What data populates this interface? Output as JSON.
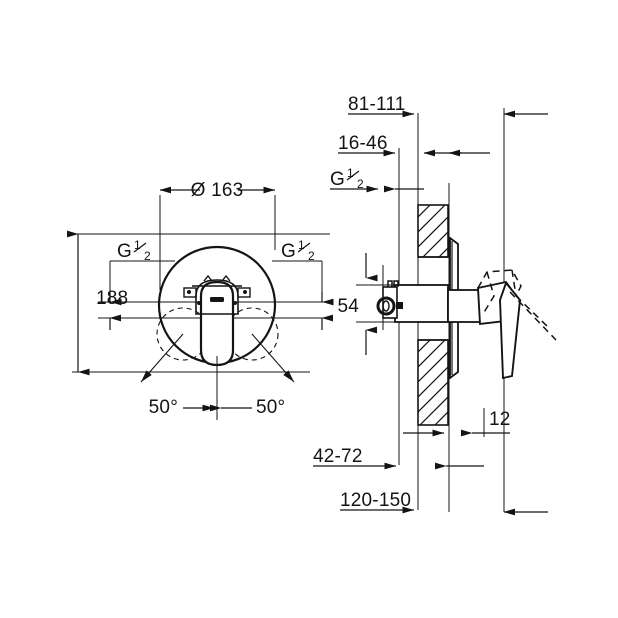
{
  "drawing": {
    "title": "Concealed single-lever mixer installation drawing",
    "background_color": "#ffffff",
    "line_color": "#141414",
    "views": [
      {
        "name": "front-view",
        "position": "left"
      },
      {
        "name": "side-section-view",
        "position": "right"
      }
    ]
  },
  "front_view": {
    "diameter_label": "Ø 163",
    "height_label": "188",
    "inlet_left_label": "G ¹⁄₂",
    "inlet_right_label": "G ¹⁄₂",
    "angle_left_label": "50°",
    "angle_right_label": "50°"
  },
  "side_view": {
    "top_dim_1": "81-111",
    "top_dim_2": "16-46",
    "thread_label": "G ¹⁄₂",
    "vertical_dim": "54",
    "plate_thickness": "12",
    "bottom_dim_1": "42-72",
    "bottom_dim_2": "120-150"
  },
  "labels": {
    "diameter_symbol": "Ø",
    "degree_symbol": "°",
    "fraction_numerator": "1",
    "fraction_denominator": "2",
    "thread_letter": "G"
  },
  "chart_data": {
    "type": "table",
    "title": "Dimension callouts (mm)",
    "categories": [
      "Ø 163",
      "188",
      "G 1/2 (left inlet)",
      "G 1/2 (right inlet)",
      "50° (left)",
      "50° (right)",
      "81-111",
      "16-46",
      "G 1/2 (thread)",
      "54",
      "12",
      "42-72",
      "120-150"
    ],
    "values": [
      163,
      188,
      null,
      null,
      50,
      50,
      null,
      null,
      null,
      54,
      12,
      null,
      null
    ],
    "xlabel": "",
    "ylabel": "",
    "legend_position": "none",
    "grid": false
  }
}
